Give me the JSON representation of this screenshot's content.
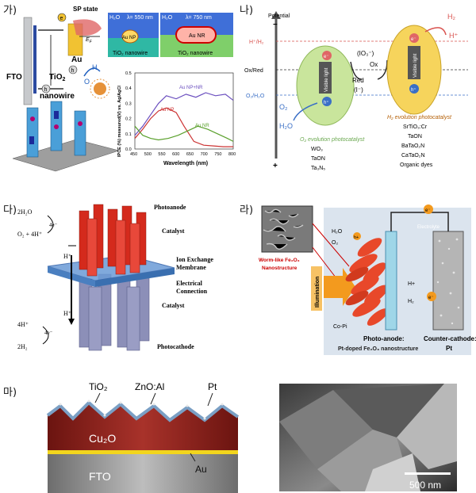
{
  "labels": {
    "a": "가)",
    "b": "나)",
    "c": "다)",
    "d": "라)",
    "e": "마)"
  },
  "panel_a": {
    "sp_state": "SP state",
    "ef": "E",
    "ef_sub": "F",
    "au": "Au",
    "fto": "FTO",
    "tio2": "TiO",
    "tio2_sub": "2",
    "nanowire": "nanowire",
    "h2o": "H",
    "o2": "O",
    "electron": "e",
    "hole": "h",
    "inset1_water": "H₂O",
    "inset1_lambda": "λ= 550 nm",
    "inset1_particle": "Au NP",
    "inset1_base": "TiO₂ nanowire",
    "inset2_water": "H₂O",
    "inset2_lambda": "λ= 750 nm",
    "inset2_particle": "Au NR",
    "inset2_base": "TiO₂ nanowire",
    "chart_ylabel": "IPCE (%) measured(V) vs. Ag/AgCl",
    "chart_xlabel": "Wavelength (nm)",
    "legend_1": "Au NP+NR",
    "legend_2": "Au NP",
    "legend_3": "Au NR",
    "xticks": [
      "450",
      "500",
      "550",
      "600",
      "650",
      "700",
      "750",
      "800"
    ],
    "yticks": [
      "0.0",
      "0.1",
      "0.2",
      "0.3",
      "0.4",
      "0.5"
    ]
  },
  "panel_b": {
    "potential": "Potential",
    "minus": "−",
    "plus": "+",
    "h_level": "H⁺/H₂",
    "ox_red": "Ox/Red",
    "o2_h2o": "O₂/H₂O",
    "io3": "(IO₃⁻)",
    "ox": "Ox",
    "red": "Red",
    "iminus": "(I⁻)",
    "visible_light": "Visible light",
    "o2": "O₂",
    "h2o": "H₂O",
    "h2": "H₂",
    "hplus": "H⁺",
    "e": "e⁻",
    "h": "h⁺",
    "o2_title": "O₂ evolution photocatalyst",
    "o2_materials": [
      "WO₃",
      "TaON",
      "Ta₃N₅"
    ],
    "h2_title": "H₂ evolution photocatalyst",
    "h2_materials": [
      "SrTiO₃:Cr",
      "TaON",
      "BaTaO₂N",
      "CaTaO₂N",
      "Organic dyes"
    ]
  },
  "panel_c": {
    "h2o": "2H₂O",
    "o2_4h": "O₂ + 4H⁺",
    "e4_top": "4e⁻",
    "hplus": "H⁺",
    "e4_bot": "4e⁻",
    "h4": "4H⁺",
    "h2": "2H₂",
    "photoanode": "Photoanode",
    "catalyst_top": "Catalyst",
    "ion_membrane_1": "Ion Exchange",
    "ion_membrane_2": "Membrane",
    "electrical_1": "Electrical",
    "electrical_2": "Connection",
    "catalyst_bot": "Catalyst",
    "photocathode": "Photocathode"
  },
  "panel_d": {
    "worm_1": "Worm-like Fe₂O₃",
    "worm_2": "Nanostructure",
    "illumination": "Illumination",
    "h2o": "H₂O",
    "o2": "O₂",
    "hplus_top": "h+",
    "copi": "Co-Pi",
    "electrolyte": "Electrolyte",
    "e": "e⁻",
    "hplus": "H+",
    "h2": "H₂",
    "photoanode_1": "Photo-anode:",
    "photoanode_2": "Pt-doped Fe₂O₃ nanostructure",
    "cathode_1": "Counter-cathode:",
    "cathode_2": "Pt"
  },
  "panel_e": {
    "tio2": "TiO₂",
    "zno": "ZnO:Al",
    "pt": "Pt",
    "cu2o": "Cu₂O",
    "fto": "FTO",
    "au": "Au",
    "scale": "500 nm"
  },
  "colors": {
    "red_rod": "#d42a1c",
    "rod_blue": "#8c8fb8",
    "membrane": "#6b9bd6",
    "fe2o3": "#e8482a",
    "cu2o": "#8a1f1a",
    "au_layer": "#f2d51d",
    "sphere_green": "#bfe08a",
    "sphere_yellow": "#f6d45c"
  }
}
